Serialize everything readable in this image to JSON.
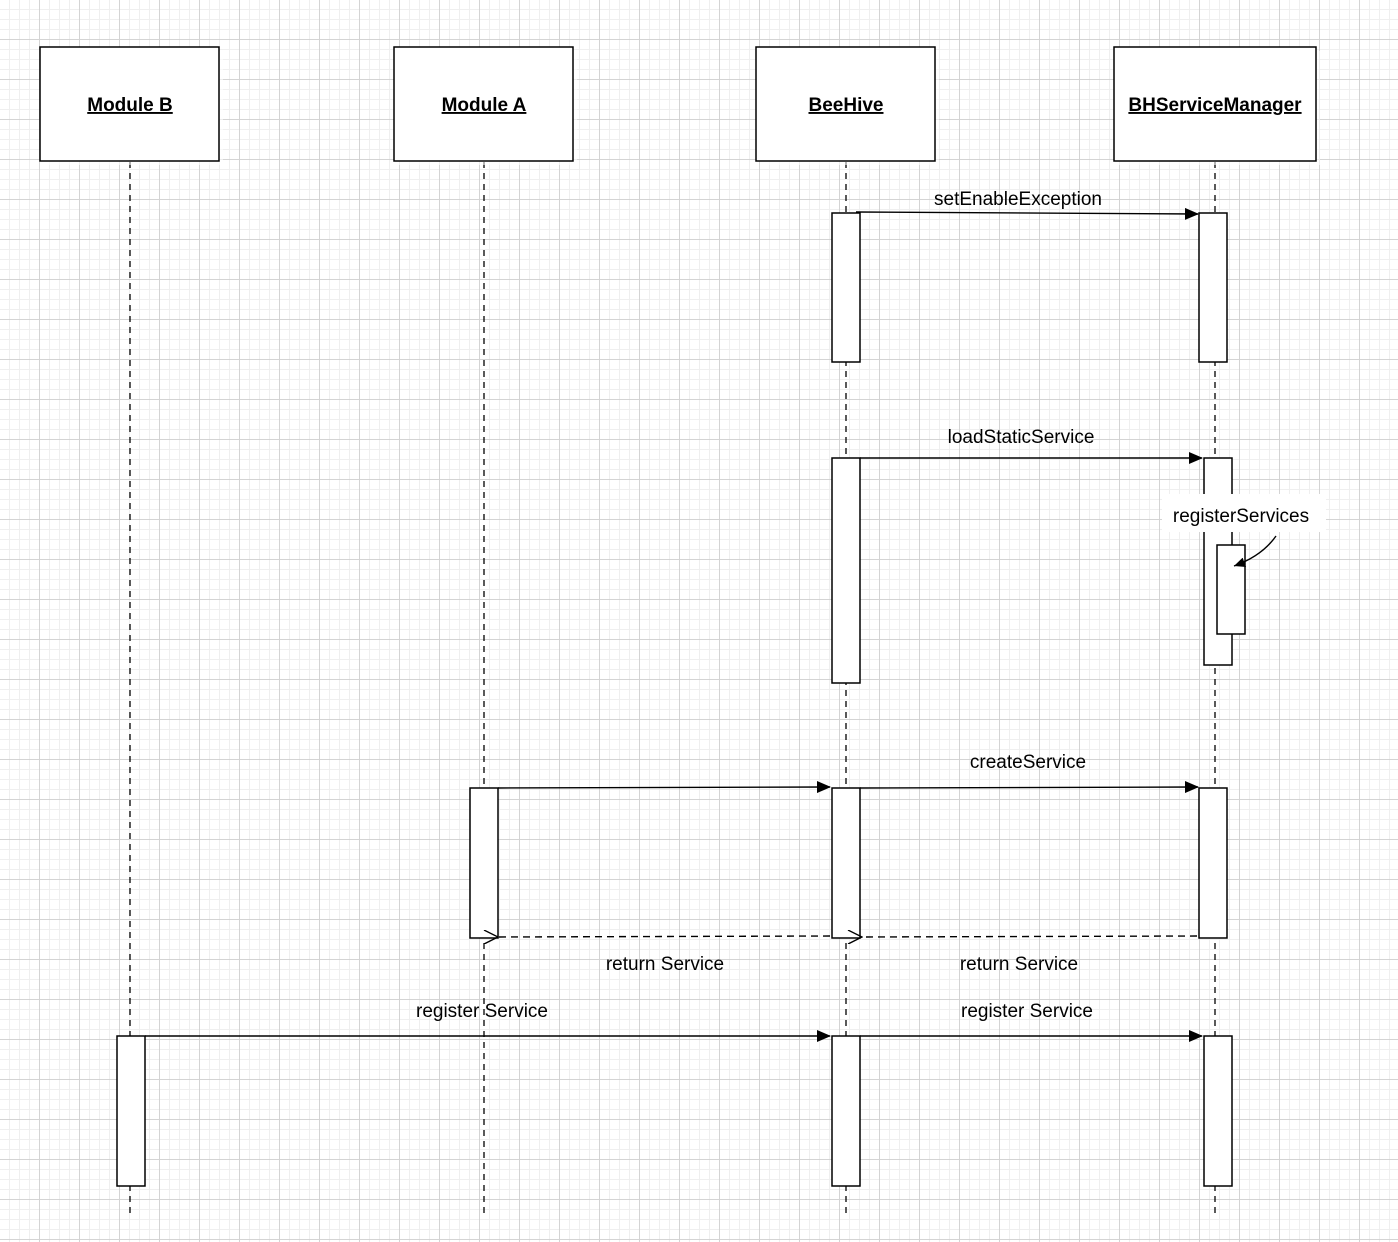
{
  "participants": [
    {
      "id": "module-b",
      "label": "Module B"
    },
    {
      "id": "module-a",
      "label": "Module A"
    },
    {
      "id": "beehive",
      "label": "BeeHive"
    },
    {
      "id": "bhservicemanager",
      "label": "BHServiceManager"
    }
  ],
  "messages": [
    {
      "id": "set-enable-exception",
      "label": "setEnableException",
      "from": "beehive",
      "to": "bhservicemanager",
      "kind": "sync"
    },
    {
      "id": "load-static-service",
      "label": "loadStaticService",
      "from": "beehive",
      "to": "bhservicemanager",
      "kind": "sync"
    },
    {
      "id": "register-services",
      "label": "registerServices",
      "from": "bhservicemanager",
      "to": "bhservicemanager",
      "kind": "self"
    },
    {
      "id": "module-a-to-beehive",
      "label": "",
      "from": "module-a",
      "to": "beehive",
      "kind": "sync"
    },
    {
      "id": "create-service",
      "label": "createService",
      "from": "beehive",
      "to": "bhservicemanager",
      "kind": "sync"
    },
    {
      "id": "return-service-1",
      "label": "return Service",
      "from": "beehive",
      "to": "module-a",
      "kind": "return"
    },
    {
      "id": "return-service-2",
      "label": "return Service",
      "from": "bhservicemanager",
      "to": "beehive",
      "kind": "return"
    },
    {
      "id": "register-service-1",
      "label": "register Service",
      "from": "module-b",
      "to": "beehive",
      "kind": "sync"
    },
    {
      "id": "register-service-2",
      "label": "register Service",
      "from": "beehive",
      "to": "bhservicemanager",
      "kind": "sync"
    }
  ]
}
